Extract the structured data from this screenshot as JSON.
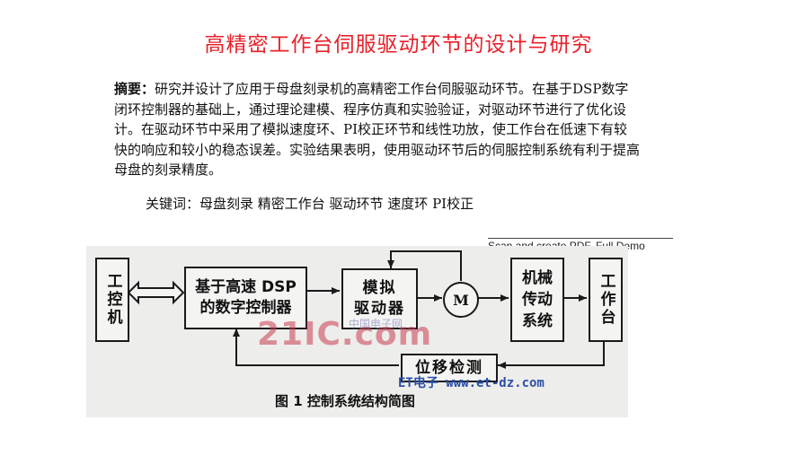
{
  "paper": {
    "title": "高精密工作台伺服驱动环节的设计与研究",
    "abstract_label": "摘要：",
    "abstract_text": "研究并设计了应用于母盘刻录机的高精密工作台伺服驱动环节。在基于DSP数字闭环控制器的基础上，通过理论建模、程序仿真和实验验证，对驱动环节进行了优化设计。在驱动环节中采用了模拟速度环、PI校正环节和线性功放，使工作台在低速下有较快的响应和较小的稳态误差。实验结果表明，使用驱动环节后的伺服控制系统有利于提高母盘的刻录精度。",
    "keywords": "关键词：母盘刻录 精密工作台 驱动环节 速度环 PI校正"
  },
  "banner": {
    "text": "Scan and create PDF. Full Demo"
  },
  "figure": {
    "blocks": {
      "ipc": "工控机",
      "dsp": "基于高速 DSP\n的数字控制器",
      "driver": "模拟\n驱动器",
      "motor": "M",
      "transmission": "机械\n传动\n系统",
      "table": "工作台",
      "sensor": "位移检测"
    },
    "caption": "图 1  控制系统结构简图",
    "watermark_main": "21IC.com",
    "watermark_sub": "中国电子网",
    "watermark_url": "ET电子 www.et-dz.com"
  },
  "colors": {
    "title": "#e8202a",
    "watermark_blue": "#2b4fa8"
  }
}
